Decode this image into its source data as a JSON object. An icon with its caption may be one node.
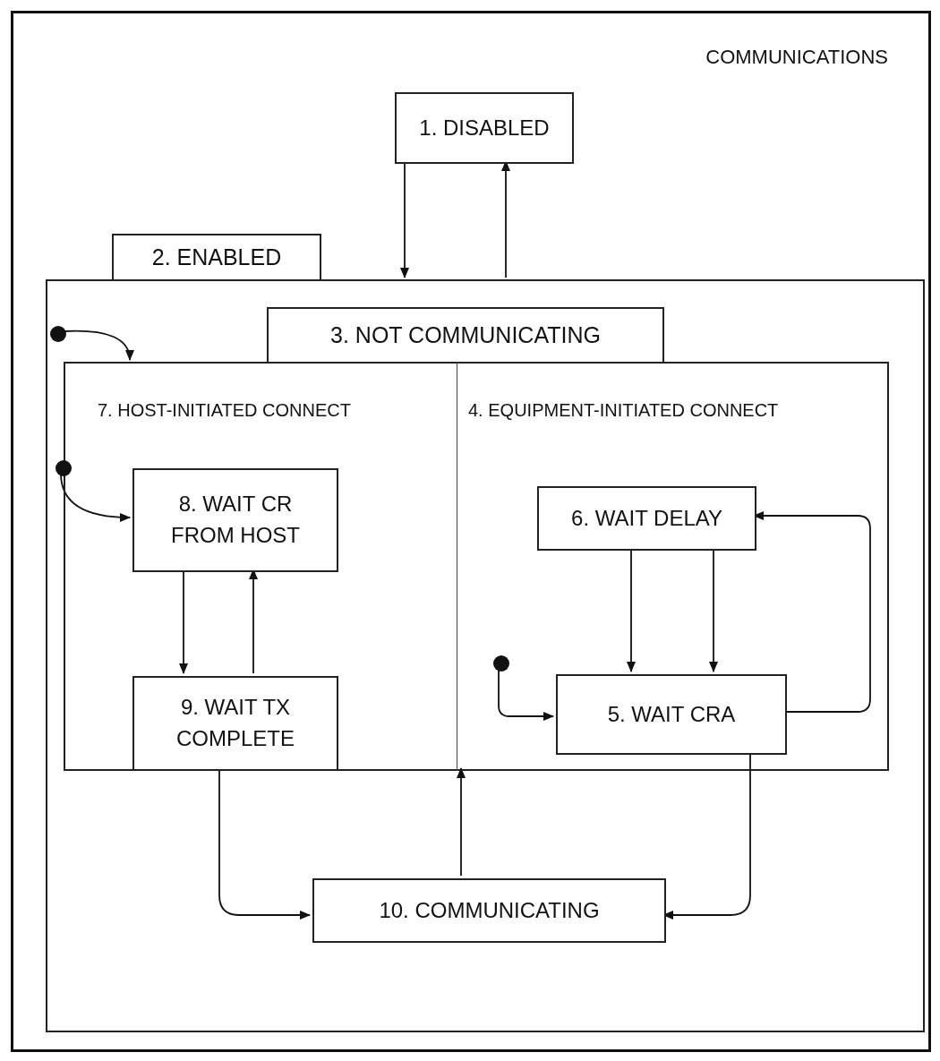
{
  "diagram": {
    "nodes": [
      {
        "text": [
          "COMMUNICATIONS"
        ]
      },
      {
        "text": [
          "1. DISABLED"
        ],
        "in": 0
      },
      {
        "text": [
          "2. ENABLED"
        ],
        "in": 0
      },
      {
        "text": [
          "3. NOT COMMUNICATING"
        ],
        "in": 2
      },
      {
        "text": [
          "7. HOST-INITIATED CONNECT"
        ],
        "in": 3
      },
      {
        "text": [
          "4. EQUIPMENT-INITIATED CONNECT"
        ],
        "in": 3
      },
      {
        "text": [
          "8. WAIT CR FROM HOST"
        ],
        "in": 4
      },
      {
        "text": [
          "9. WAIT TX COMPLETE"
        ],
        "in": 4
      },
      {
        "text": [
          "6. WAIT DELAY"
        ],
        "in": 5
      },
      {
        "text": [
          "5. WAIT CRA"
        ],
        "in": 5
      },
      {
        "text": [
          "10. COMMUNICATING"
        ],
        "in": 2
      },
      {
        "text": [],
        "shape": "circle",
        "in": 2
      },
      {
        "text": [],
        "shape": "circle",
        "in": 4
      },
      {
        "text": [],
        "shape": "circle",
        "in": 5
      }
    ],
    "edges": [
      {
        "from": 1,
        "to": 2,
        "arrow": "to"
      },
      {
        "from": 2,
        "to": 1,
        "arrow": "to"
      },
      {
        "from": 11,
        "to": 3,
        "arrow": "to"
      },
      {
        "from": 12,
        "to": 6,
        "arrow": "to"
      },
      {
        "from": 6,
        "to": 7,
        "arrow": "to"
      },
      {
        "from": 7,
        "to": 6,
        "arrow": "to"
      },
      {
        "from": 8,
        "to": 9,
        "arrow": "to"
      },
      {
        "from": 8,
        "to": 9,
        "arrow": "to"
      },
      {
        "from": 9,
        "to": 8,
        "arrow": "to"
      },
      {
        "from": 13,
        "to": 9,
        "arrow": "to"
      },
      {
        "from": 7,
        "to": 10,
        "arrow": "to"
      },
      {
        "from": 9,
        "to": 10,
        "arrow": "to"
      },
      {
        "from": 10,
        "to": 3,
        "arrow": "to"
      }
    ]
  }
}
